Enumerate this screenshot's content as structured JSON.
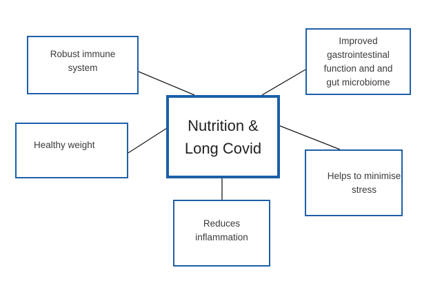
{
  "diagram": {
    "center": {
      "line1": "Nutrition &",
      "line2": "Long Covid"
    },
    "nodes": {
      "immune": {
        "line1": "Robust immune",
        "line2": "system"
      },
      "gut": {
        "line1": "Improved",
        "line2": "gastrointestinal",
        "line3": "function and and",
        "line4": "gut microbiome"
      },
      "weight": {
        "line1": "Healthy weight"
      },
      "stress": {
        "line1": "Helps to minimise",
        "line2": "stress"
      },
      "inflammation": {
        "line1": "Reduces",
        "line2": "inflammation"
      }
    },
    "colors": {
      "box_border": "#1b5fa8",
      "connector": "#1a1a1a",
      "text": "#3a3a3a"
    }
  }
}
